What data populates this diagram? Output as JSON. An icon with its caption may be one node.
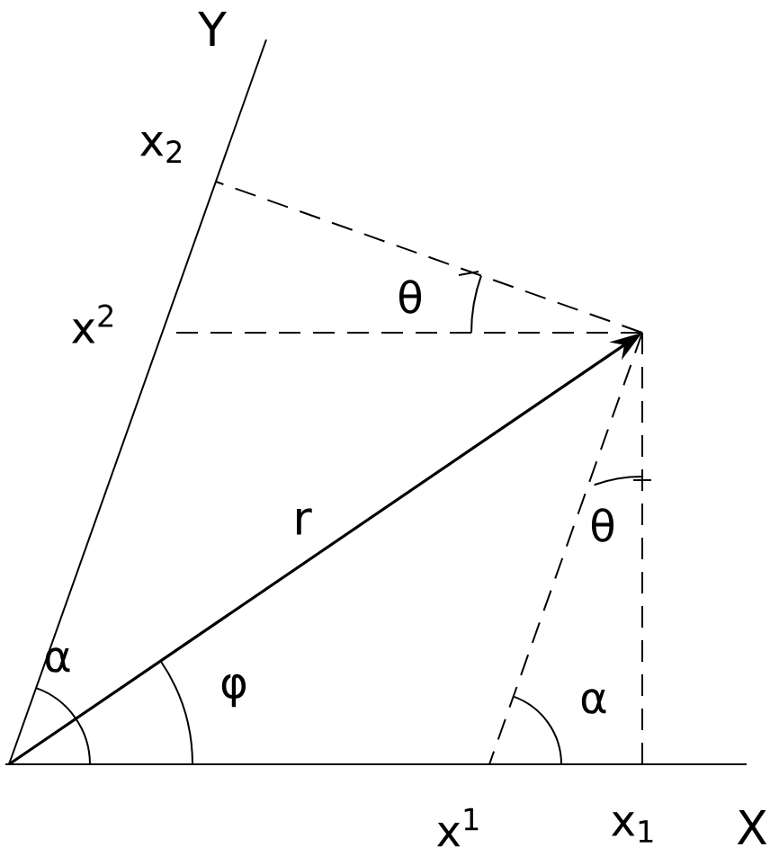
{
  "diagram": {
    "labels": [
      "Y",
      "x$_{2}$",
      "x$^{2}$",
      "θ",
      "r",
      "θ",
      "α",
      "φ",
      "α",
      "x$^{1}$",
      "x$_{1}$",
      "X"
    ]
  }
}
